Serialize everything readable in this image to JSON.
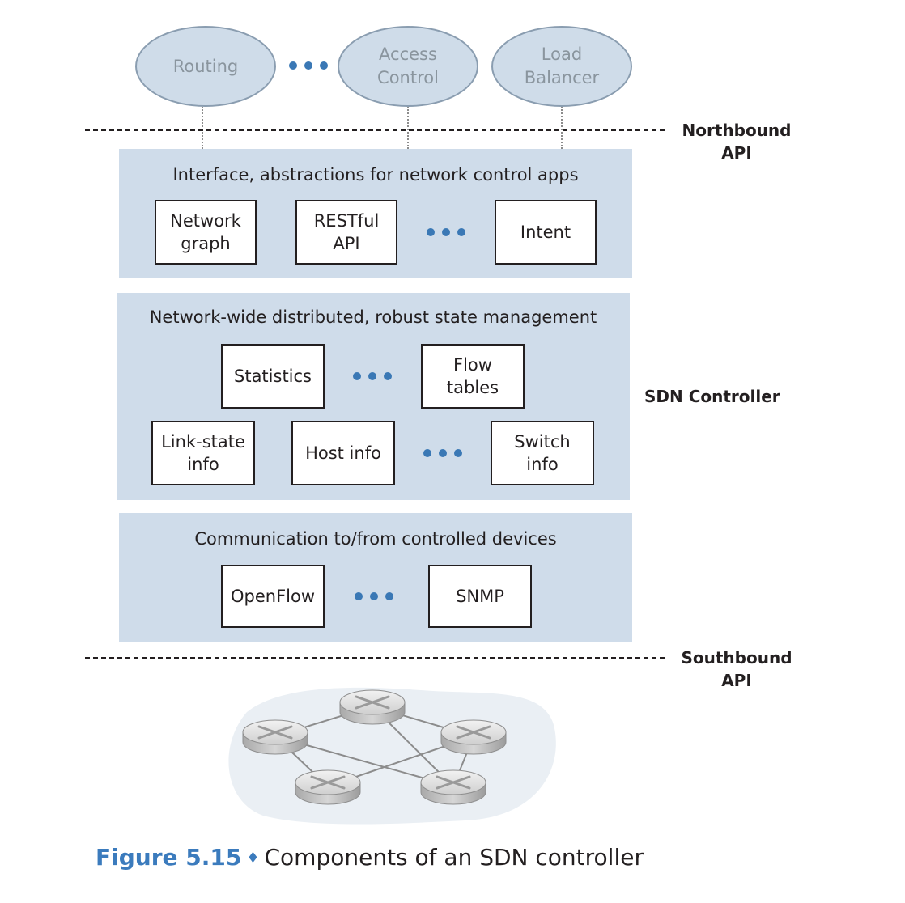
{
  "apps": {
    "routing": "Routing",
    "access_control": "Access\nControl",
    "load_balancer": "Load\nBalancer"
  },
  "northbound_api": "Northbound\nAPI",
  "southbound_api": "Southbound\nAPI",
  "controller_label": "SDN Controller",
  "layer1": {
    "title": "Interface, abstractions for  network control apps",
    "items": [
      "Network\ngraph",
      "RESTful\nAPI",
      "Intent"
    ]
  },
  "layer2": {
    "title": "Network-wide distributed, robust state management",
    "items": [
      "Statistics",
      "Flow\ntables",
      "Link-state\ninfo",
      "Host info",
      "Switch\ninfo"
    ]
  },
  "layer3": {
    "title": "Communication to/from controlled devices",
    "items": [
      "OpenFlow",
      "SNMP"
    ]
  },
  "caption": {
    "figure": "Figure 5.15",
    "separator": "♦",
    "text": "Components of an SDN controller"
  },
  "colors": {
    "layer_fill": "#cfdcea",
    "dot_blue": "#3a78b5",
    "caption_blue": "#3b7bbd"
  },
  "icons": [
    "router-icon"
  ]
}
